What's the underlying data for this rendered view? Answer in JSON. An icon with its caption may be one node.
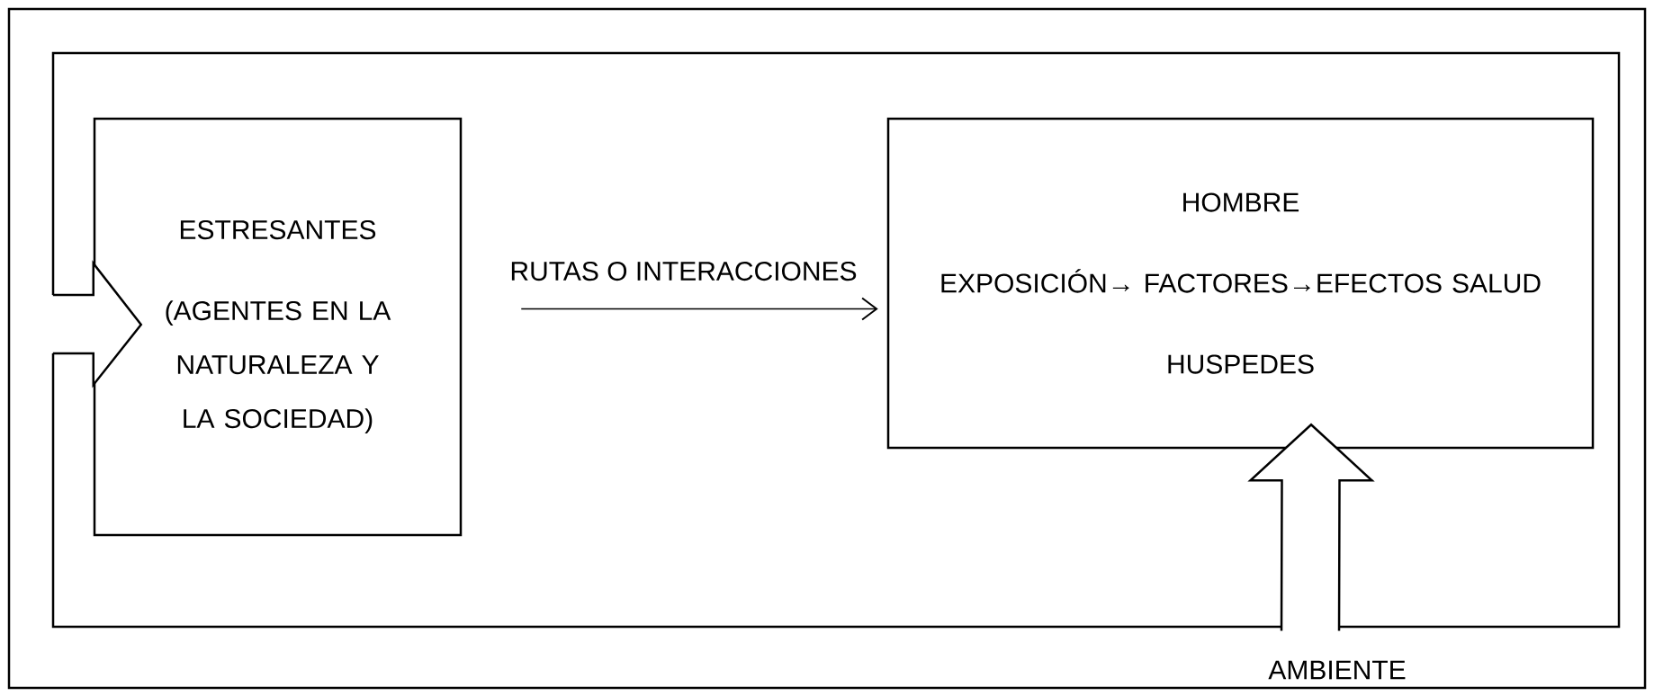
{
  "diagram": {
    "nodes": [
      {
        "text": [],
        "shape": "box"
      },
      {
        "text": [
          "ESTRESANTES",
          "(AGENTES EN LA NATURALEZA Y LA SOCIEDAD)"
        ],
        "in": 0
      },
      {
        "text": [
          "HOMBRE",
          "EXPOSICIÓN→ FACTORES→EFECTOS SALUD",
          "HUSPEDES"
        ],
        "in": 0
      },
      {
        "text": [
          "AMBIENTE"
        ]
      }
    ],
    "edges": [
      {
        "from": 1,
        "to": 2,
        "arrow": "to",
        "label": "RUTAS O INTERACCIONES"
      },
      {
        "from": 0,
        "to": 1,
        "arrow": "to",
        "style": "thick"
      },
      {
        "from": 3,
        "to": 2,
        "arrow": "to",
        "style": "thick"
      }
    ]
  }
}
